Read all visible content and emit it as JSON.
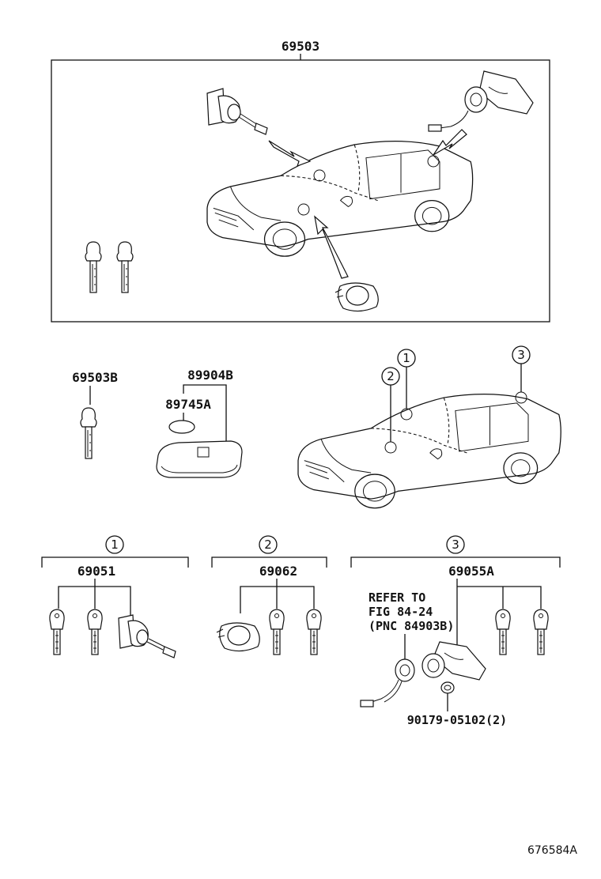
{
  "labels": {
    "kit_top": "69503",
    "key_blank": "69503B",
    "transmitter": "89904B",
    "battery": "89745A",
    "set_1": "69051",
    "set_2": "69062",
    "set_3": "69055A",
    "refer_line1": "REFER TO",
    "refer_line2": "FIG 84-24",
    "refer_line3": "(PNC 84903B)",
    "screw": "90179-05102(2)",
    "figure_code": "676584A"
  },
  "callouts": {
    "c1": "1",
    "c2": "2",
    "c3": "3"
  }
}
